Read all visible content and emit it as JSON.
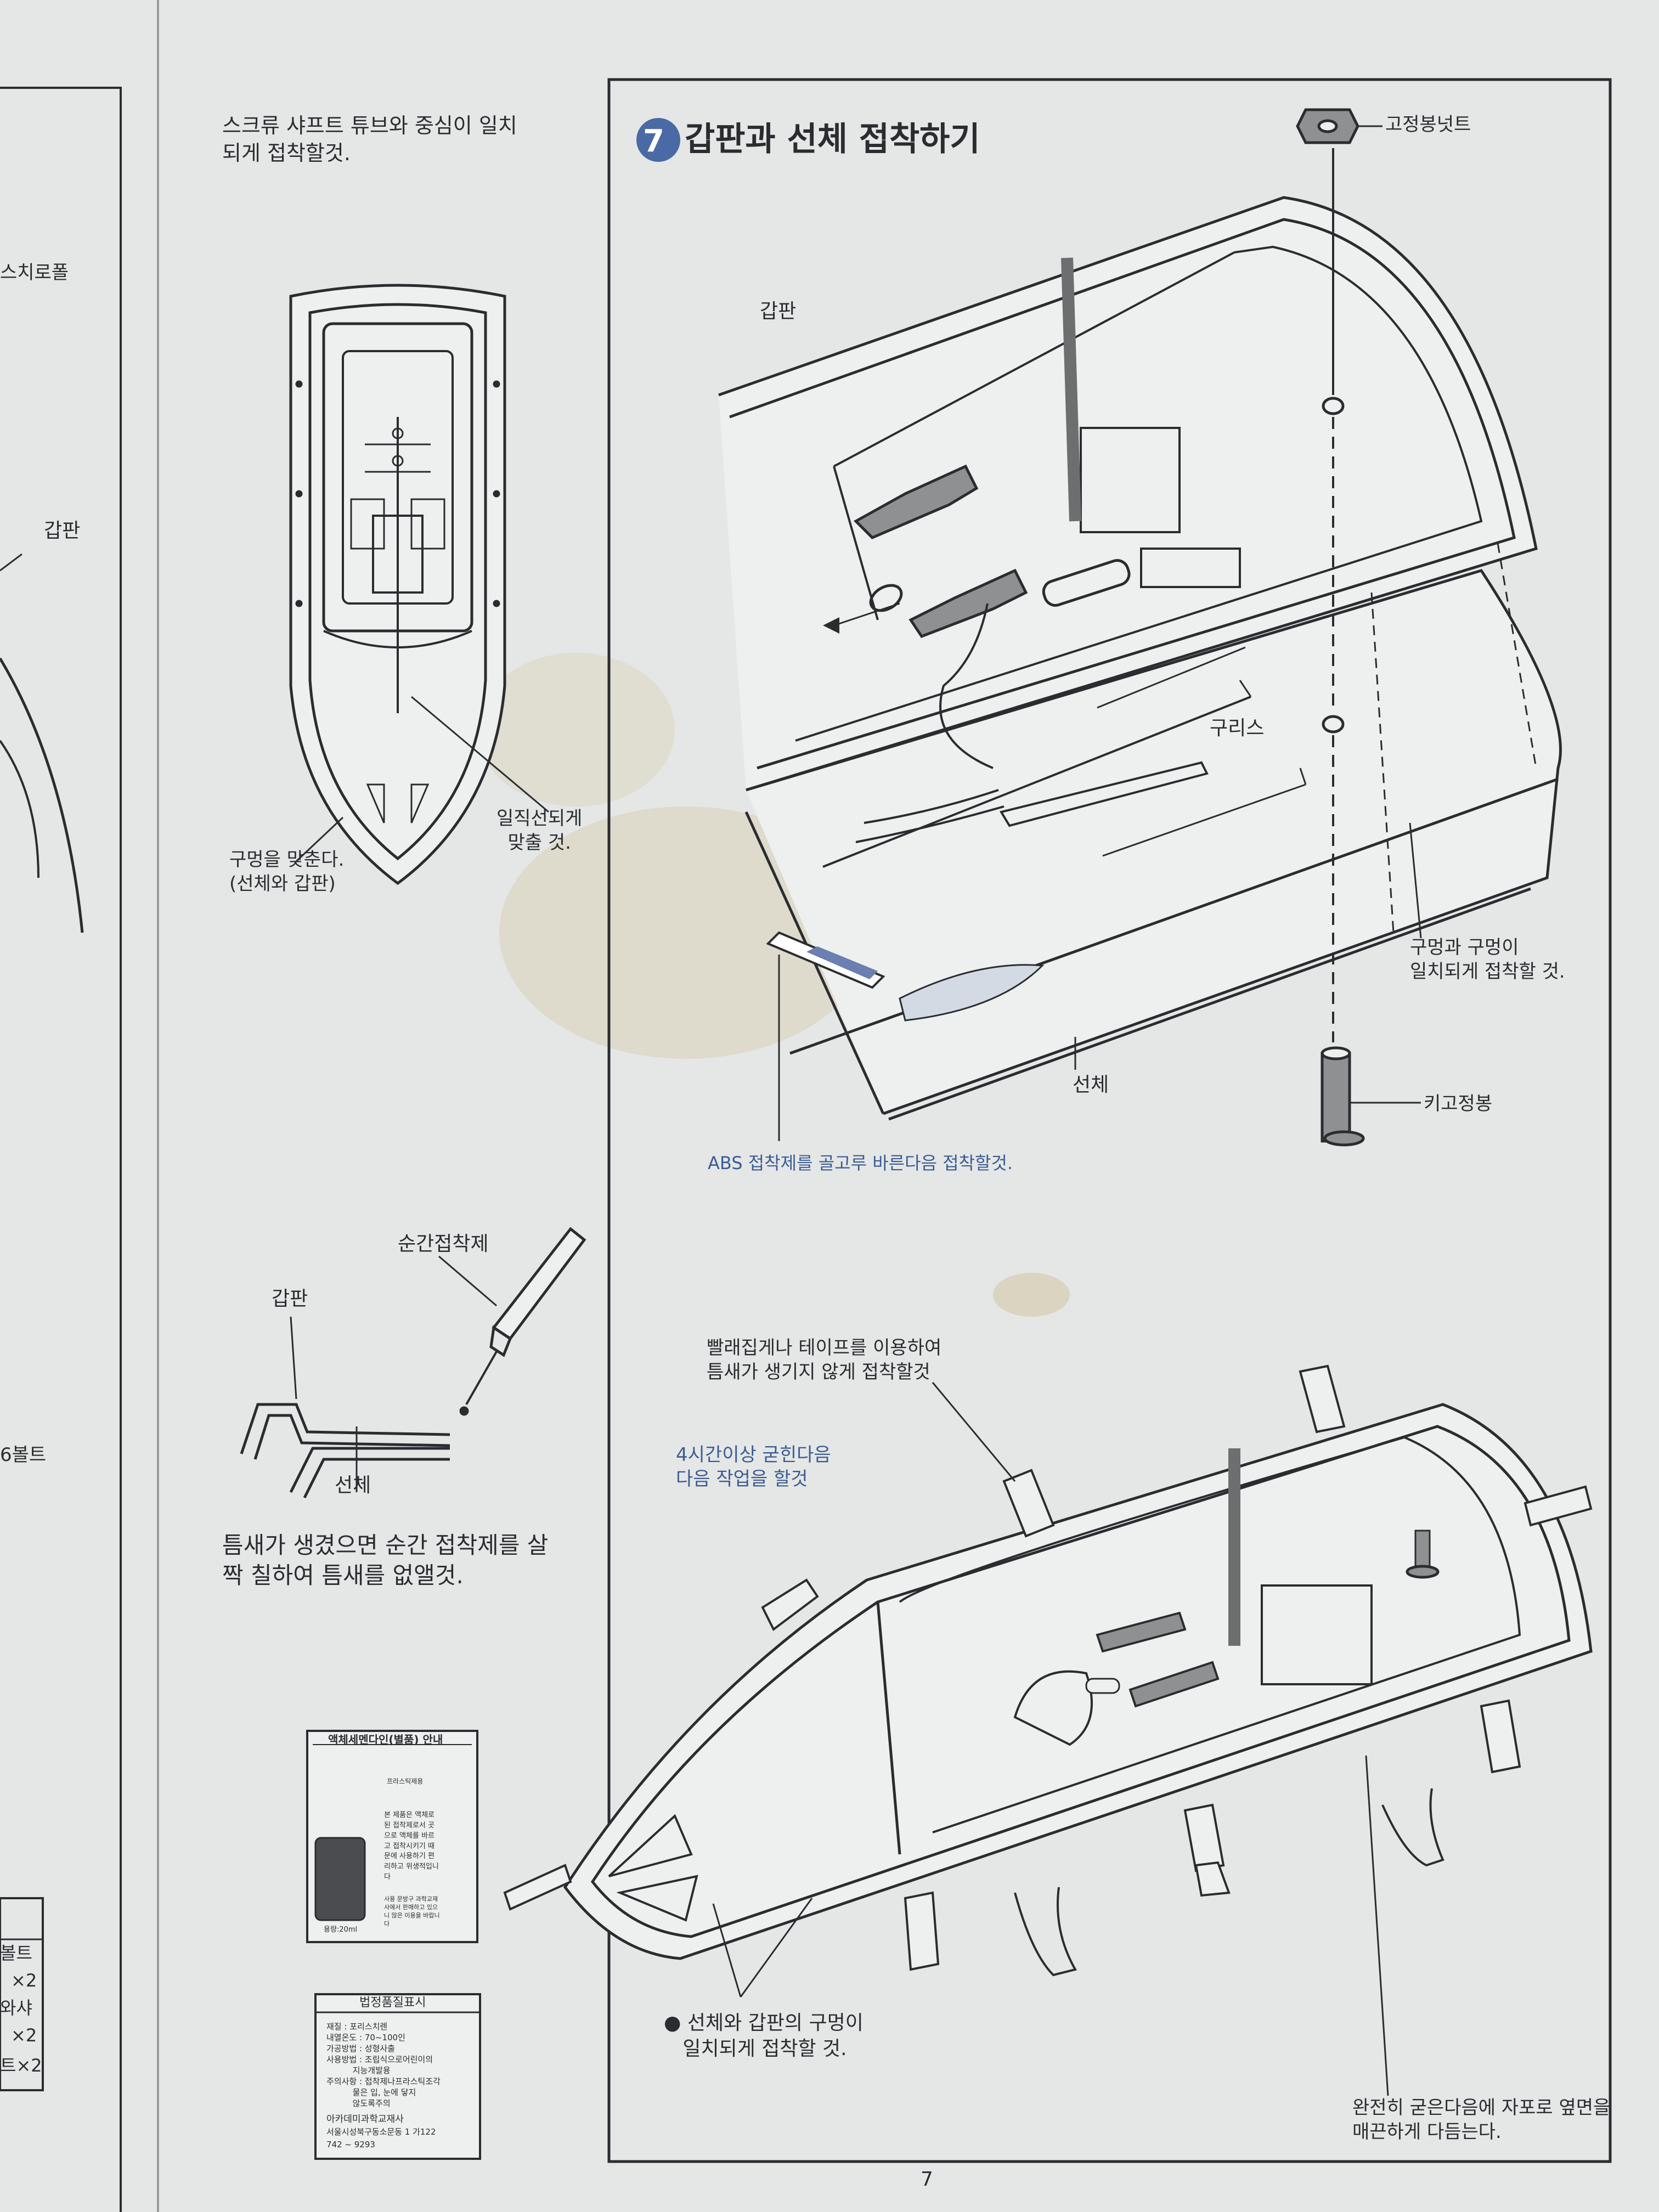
{
  "left_column": {
    "shaft_note_1": "스크류 샤프트 튜브와 중심이 일치",
    "shaft_note_2": "되게 접착할것.",
    "align_hole_note": "구멍을 맞춘다.\n(선체와 갑판)",
    "align_line_note": "일직선되게\n맞출 것.",
    "super_glue_label": "순간접착제",
    "deck_label": "갑판",
    "hull_label": "선체",
    "gap_note_1": "틈새가 생겼으면 순간 접착제를 살",
    "gap_note_2": "짝 칠하여 틈새를 없앨것."
  },
  "edge_fragments": {
    "propeller": "스치로폴",
    "deck": "갑판",
    "bolt6": "6볼트",
    "bolt": "볼트",
    "x2a": "×2",
    "washer": "와샤",
    "x2b": "×2",
    "x2c": "트×2"
  },
  "step": {
    "number": "7",
    "title": "갑판과 선체 접착하기"
  },
  "labels": {
    "fixing_nut": "고정봉넛트",
    "deck": "갑판",
    "grease": "구리스",
    "hole_align": "구멍과 구멍이\n일치되게 접착할 것.",
    "hull": "선체",
    "key_rod": "키고정봉",
    "abs_note": "ABS 접착제를 골고루 바른다음 접착할것.",
    "clip_note": "빨래집게나 테이프를 이용하여\n틈새가 생기지 않게 접착할것",
    "wait_note": "4시간이상 굳힌다음\n다음 작업을 할것",
    "hole_note_bottom": "● 선체와 갑판의 구멍이\n   일치되게 접착할 것.",
    "finish_note": "완전히 굳은다음에 자포로 옆면을\n매끈하게 다듬는다."
  },
  "glue_box": {
    "title": "액체세멘다인(별품) 안내",
    "brand": "프라스틱제용",
    "body": "본 제품은 액체로\n된 접착제로서 곳\n으로 액체를 바르\n고 접착시키기 때\n문에 사용하기 편\n리하고 위생적입니\n다",
    "caution": "사용 문방구 과학교재\n사에서 판매하고 있으\n니 많은 이용을 바랍니\n다",
    "volume": "용량:20ml"
  },
  "quality_box": {
    "title": "법정품질표시",
    "lines": [
      "재질 : 포리스치렌",
      "내열온도 : 70~100인",
      "가공방법 : 성형사출",
      "사용방법 : 조립식으로어린이의",
      "          지능개발용",
      "주의사항 : 접착제나프라스틱조각",
      "          물은 입, 눈에 닿지",
      "          않도록주의",
      "아카데미과학교재사",
      "서울시성북구동소문동 1 가122",
      "742 ~ 9293"
    ]
  },
  "page_number": "7"
}
